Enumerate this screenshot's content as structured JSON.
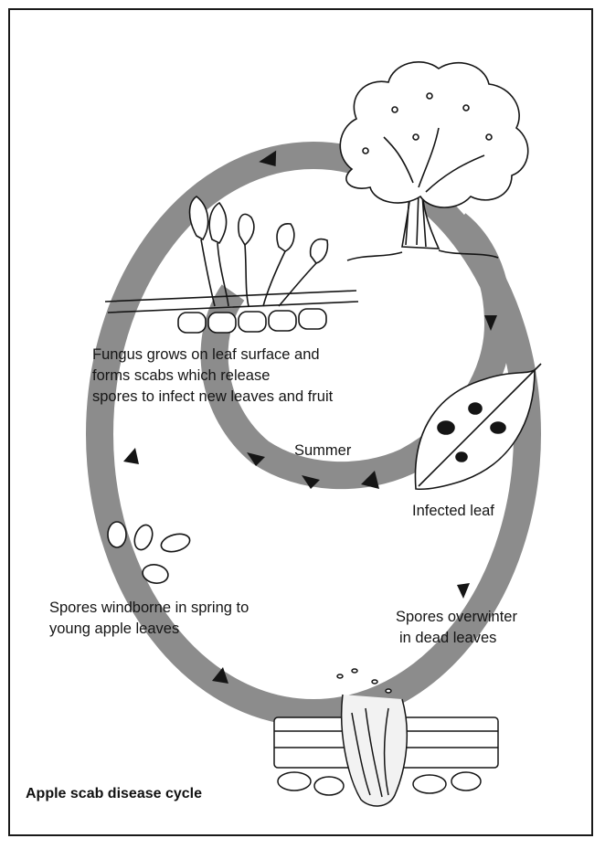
{
  "title": "Apple scab disease cycle",
  "labels": {
    "fungus": [
      "Fungus grows on leaf surface and",
      "forms scabs which release",
      "spores to infect new leaves and fruit"
    ],
    "summer": "Summer",
    "infected_leaf": "Infected leaf",
    "overwinter": [
      "Spores overwinter",
      "in dead leaves"
    ],
    "windborne": [
      "Spores windborne in spring to",
      "young apple leaves"
    ]
  },
  "colors": {
    "loop": "#8c8c8c",
    "ink": "#151515",
    "paper": "#ffffff"
  }
}
